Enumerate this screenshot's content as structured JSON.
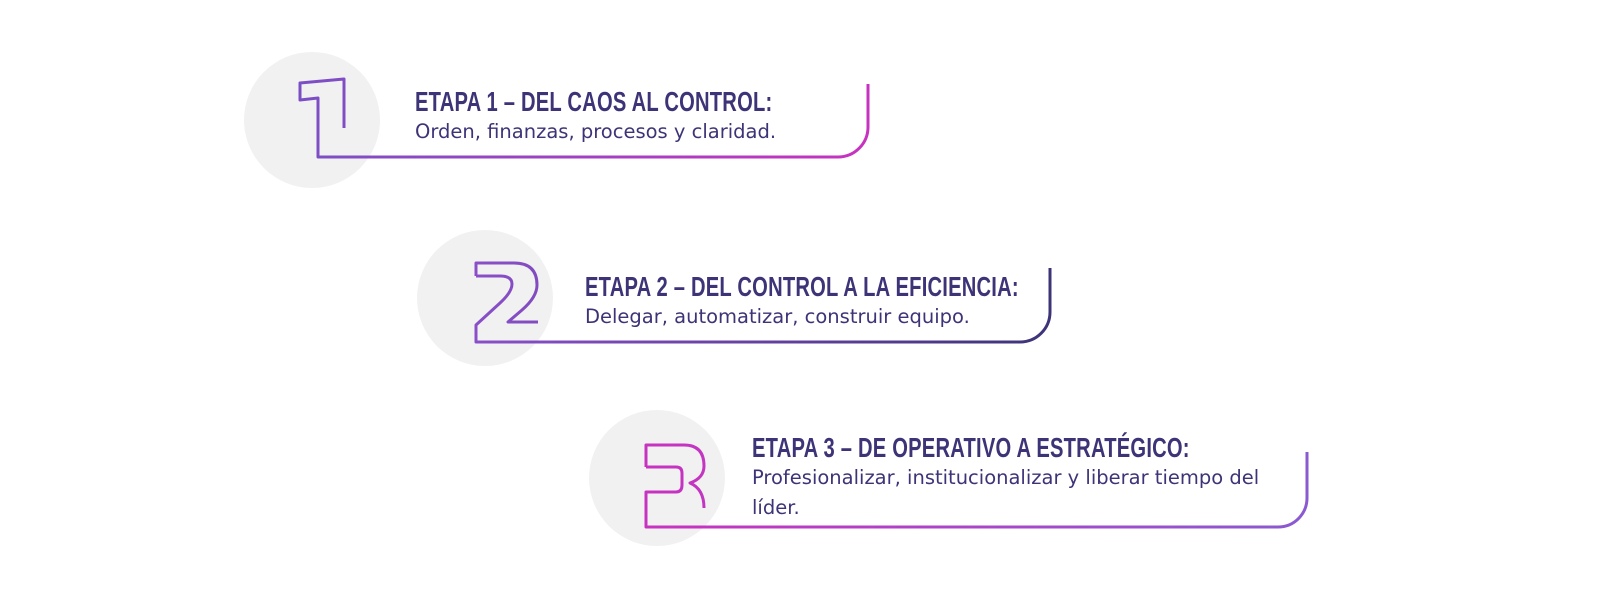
{
  "stages": [
    {
      "number": "1",
      "title": "ETAPA 1 – DEL CAOS AL CONTROL:",
      "subtitle": "Orden, finanzas, procesos y claridad."
    },
    {
      "number": "2",
      "title": "ETAPA 2 – DEL CONTROL A LA EFICIENCIA:",
      "subtitle": "Delegar, automatizar, construir equipo."
    },
    {
      "number": "3",
      "title": "ETAPA 3 – DE OPERATIVO A ESTRATÉGICO:",
      "subtitle": "Profesionalizar, institucionalizar y liberar tiempo del líder."
    }
  ],
  "colors": {
    "text": "#3d3478",
    "purple": "#7b4fc4",
    "magenta": "#c832c0",
    "circle": "#f1f1f2"
  }
}
